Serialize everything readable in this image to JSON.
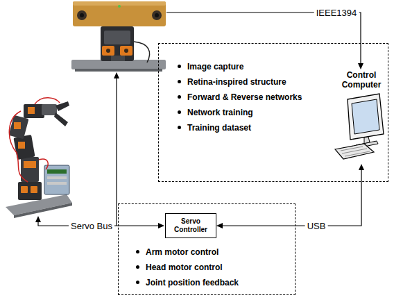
{
  "diagram": {
    "nodes": [
      {
        "text": [
          "Image capture",
          "Retina-inspired structure",
          "Forward & Reverse networks",
          "Network training",
          "Training dataset"
        ]
      },
      {
        "text": [
          "Control Computer"
        ],
        "in": 0
      },
      {
        "text": [
          "Arm motor control",
          "Head motor control",
          "Joint position feedback"
        ]
      },
      {
        "text": [
          "Servo Controller"
        ],
        "in": 2
      }
    ],
    "edges": [
      {
        "from": 3,
        "to": 1,
        "arrow": "both",
        "label": "USB"
      }
    ],
    "labels": [
      "IEEE1394",
      "Servo Bus"
    ]
  }
}
